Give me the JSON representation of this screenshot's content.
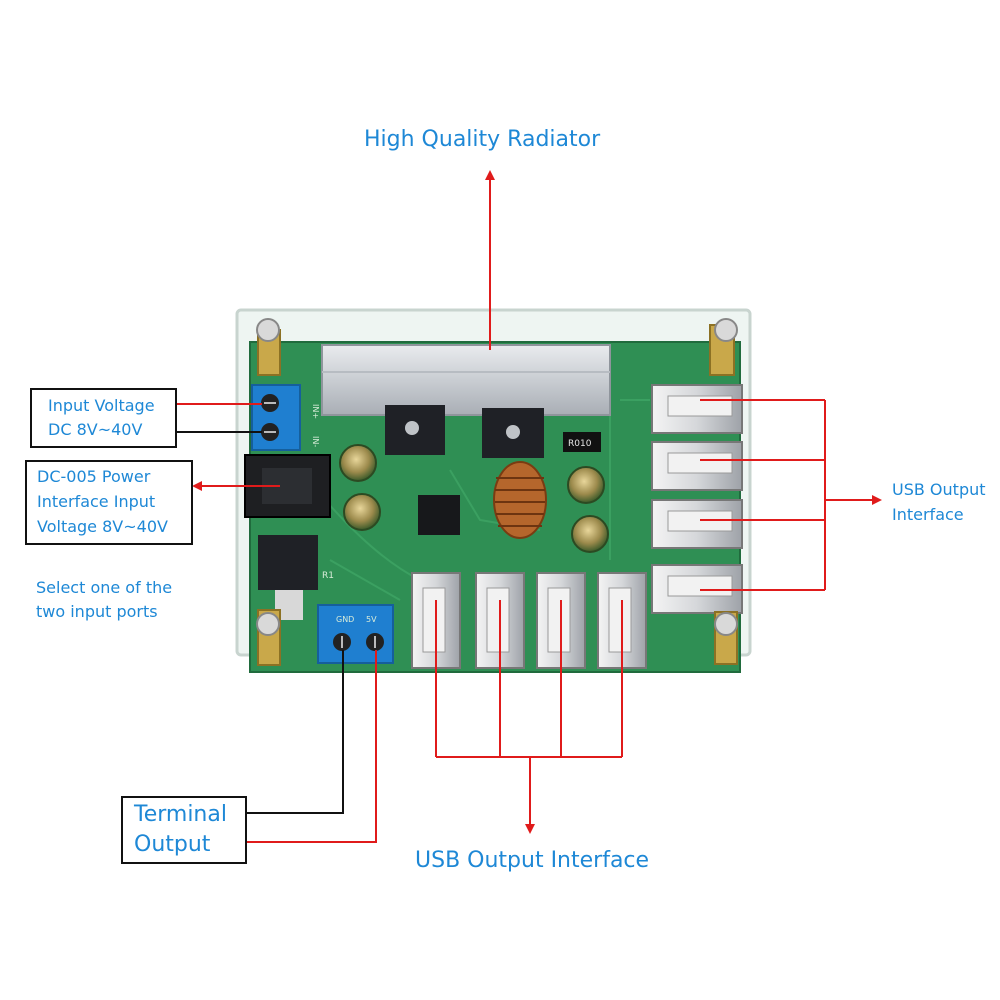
{
  "labels": {
    "radiator": "High Quality Radiator",
    "input_voltage_line1": "Input Voltage",
    "input_voltage_line2": "DC 8V~40V",
    "dc005_line1": "DC-005 Power",
    "dc005_line2": "Interface Input",
    "dc005_line3": "Voltage  8V~40V",
    "select_line1": "Select one of the",
    "select_line2": "two input ports",
    "usb_right_line1": "USB Output",
    "usb_right_line2": "Interface",
    "terminal_line1": "Terminal",
    "terminal_line2": "Output",
    "usb_bottom": "USB Output Interface"
  },
  "board_marks": {
    "in_plus": "IN+",
    "in_minus": "IN-",
    "gnd": "GND",
    "five_v": "5V",
    "r010": "R010",
    "r1": "R1"
  },
  "colors": {
    "label_blue": "#1e88d6",
    "arrow_red": "#e01b1b",
    "pcb_green": "#2f8f54",
    "terminal_blue": "#1f7fd0"
  }
}
